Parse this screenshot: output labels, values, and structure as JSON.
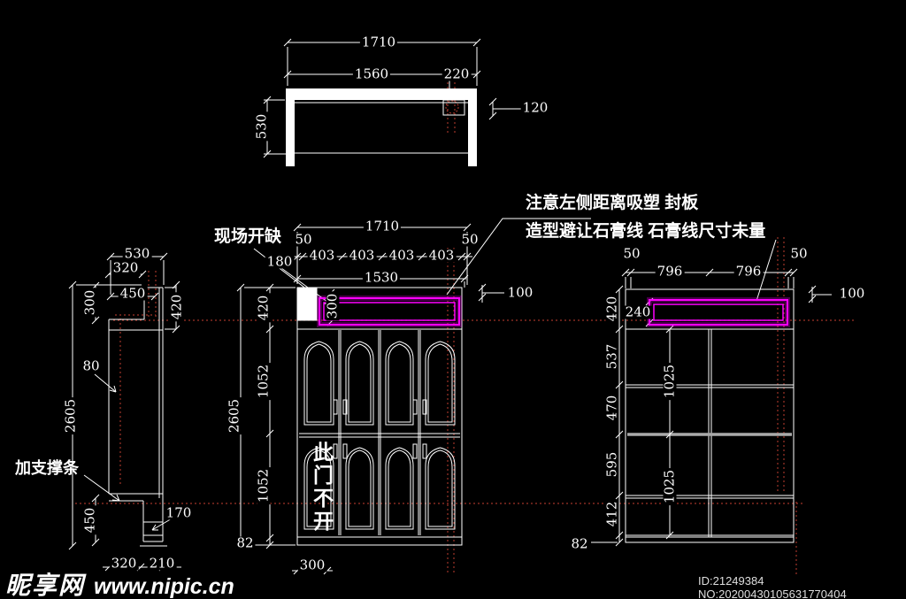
{
  "colors": {
    "background": "#000000",
    "line": "#ffffff",
    "highlight": "#ff00ff",
    "construction": "#a03428"
  },
  "top_view": {
    "width_total": "1710",
    "width_left": "1560",
    "width_right": "220",
    "depth": "530",
    "gap": "120"
  },
  "notes": {
    "line1": "注意左侧距离吸塑 封板",
    "line2": "造型避让石膏线 石膏线尺寸未量",
    "site_cut": "现场开缺",
    "site_cut_offset": "180",
    "door_locked": "此门不开",
    "support": "加支撑条"
  },
  "front_view": {
    "width_total": "1710",
    "edge_left": "50",
    "door_widths": [
      "403",
      "403",
      "403",
      "403"
    ],
    "edge_right": "50",
    "width_inner": "1530",
    "trim_height": "300",
    "trim_offset": "100",
    "height_total": "2605",
    "height_top": "420",
    "height_upper_door": "1052",
    "height_lower_door": "1052",
    "height_base": "82",
    "width_plinth": "300"
  },
  "carcass_view": {
    "edge_left": "50",
    "bay_left": "796",
    "bay_right": "796",
    "edge_right": "50",
    "trim_height": "240",
    "trim_offset": "100",
    "height_top": "420",
    "seg_1": "537",
    "seg_2": "470",
    "seg_3": "595",
    "seg_4": "412",
    "height_base": "82",
    "bay_upper": "1025",
    "bay_lower": "1025"
  },
  "side_view": {
    "depth": "530",
    "inset_top": "320",
    "inset_mid": "450",
    "notch_height": "300",
    "height_top": "420",
    "gap_back": "80",
    "height_total": "2605",
    "height_leg": "450",
    "foot_detail": "170",
    "base_front": "320",
    "base_back": "210"
  },
  "watermark": {
    "name": "昵享网",
    "url": "www.nipic.cn"
  },
  "footer": {
    "id_text": "ID:21249384 NO:20200430105631770404"
  }
}
